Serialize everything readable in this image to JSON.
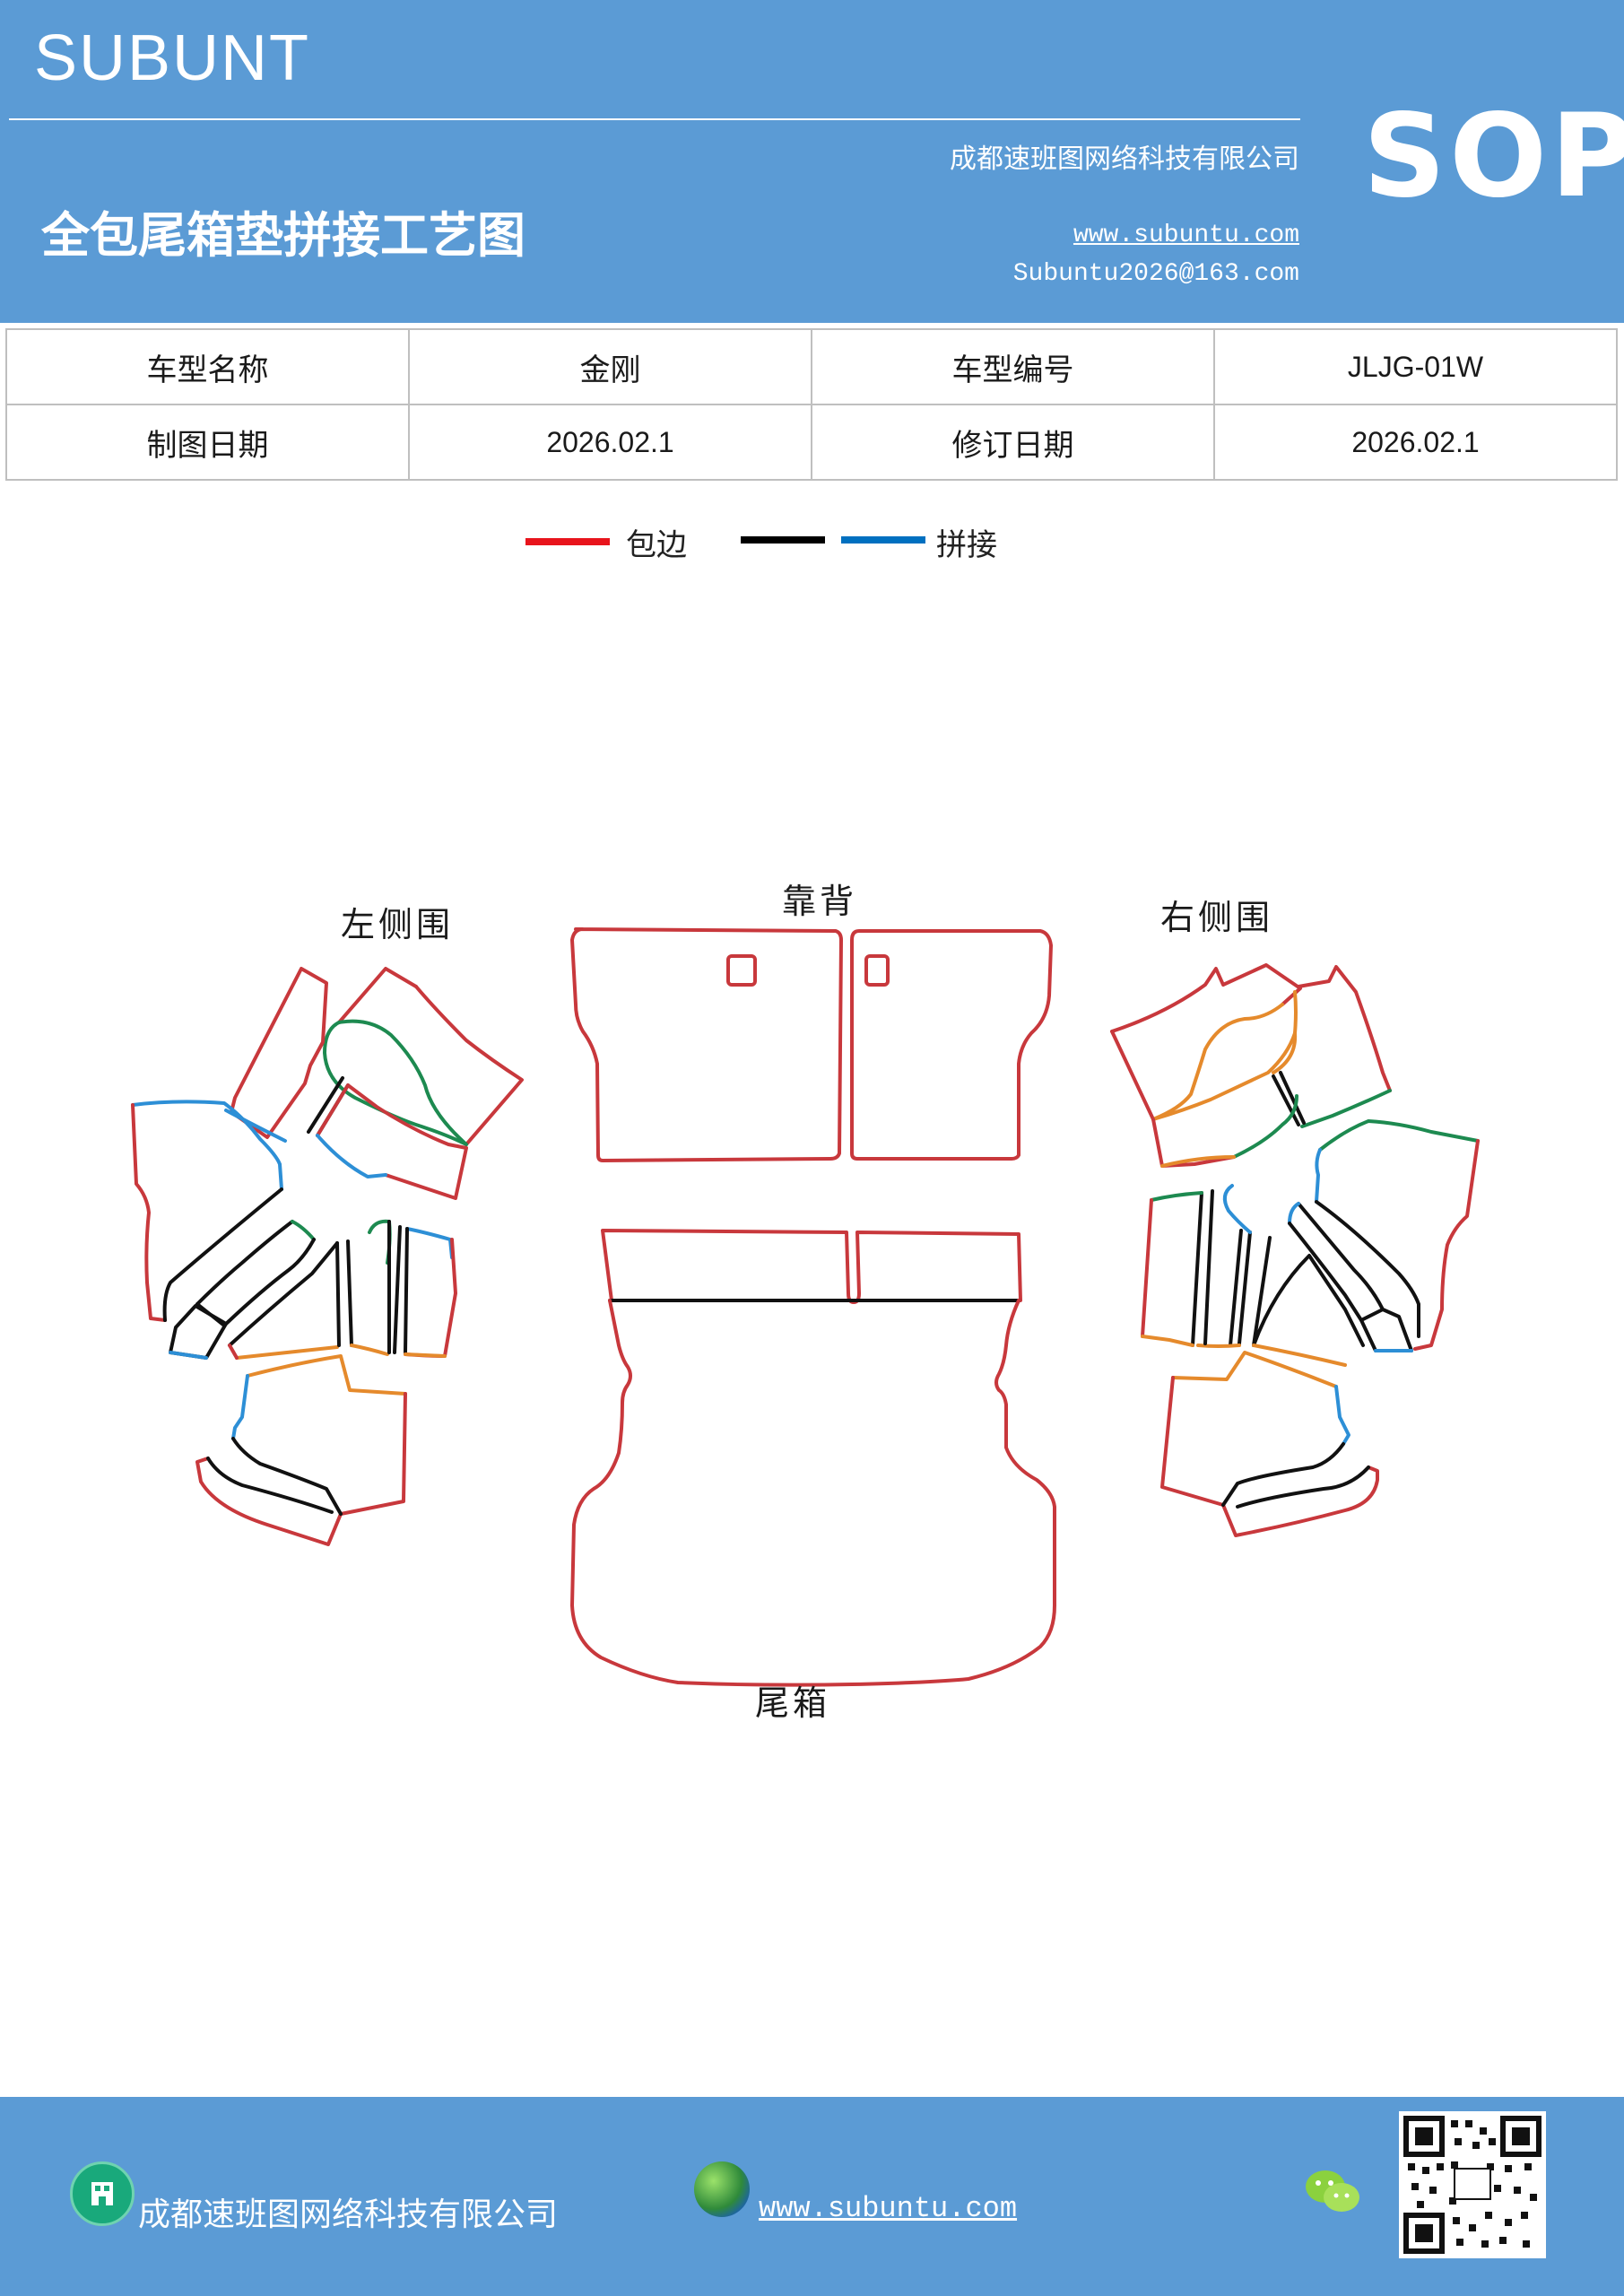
{
  "header": {
    "brand": "SUBUNT",
    "company": "成都速班图网络科技有限公司",
    "title": "全包尾箱垫拼接工艺图",
    "website": "www.subuntu.com",
    "email": "Subuntu2026@163.com",
    "badge": "SOP"
  },
  "info": {
    "model_name_label": "车型名称",
    "model_name": "金刚",
    "model_code_label": "车型编号",
    "model_code": "JLJG-01W",
    "draw_date_label": "制图日期",
    "draw_date": "2026.02.1",
    "revise_date_label": "修订日期",
    "revise_date": "2026.02.1"
  },
  "legend": {
    "hem_label": "包边",
    "splice_label": "拼接",
    "colors": {
      "hem": "#e8141c",
      "splice_black": "#000000",
      "splice_blue": "#0070c0"
    }
  },
  "diagram": {
    "left_label": "左侧围",
    "back_label": "靠背",
    "right_label": "右侧围",
    "trunk_label": "尾箱",
    "colors": {
      "red": "#c8383c",
      "black": "#111111",
      "blue": "#2d8fd6",
      "green": "#1d8a50",
      "orange": "#e58a2c"
    }
  },
  "footer": {
    "company": "成都速班图网络科技有限公司",
    "website": "www.subuntu.com "
  }
}
